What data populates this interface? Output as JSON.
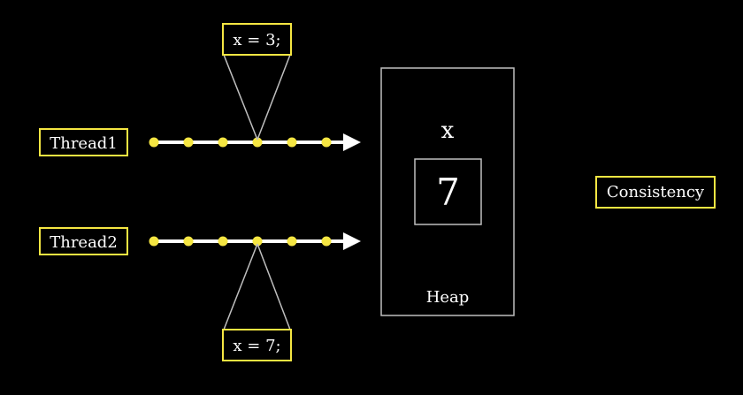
{
  "colors": {
    "background": "#000000",
    "highlight": "#f5e642",
    "dot": "#f5e642",
    "line": "#ffffff",
    "heap_border": "#bfbfbf",
    "callout_line": "#bfbfbf",
    "text": "#ffffff"
  },
  "threads": [
    {
      "label": "Thread1",
      "instruction": "x = 3;",
      "callout": "above",
      "dots": 6,
      "highlighted_dot": 4
    },
    {
      "label": "Thread2",
      "instruction": "x = 7;",
      "callout": "below",
      "dots": 6,
      "highlighted_dot": 4
    }
  ],
  "heap": {
    "variable_name": "x",
    "value": "7",
    "label": "Heap"
  },
  "concept_label": "Consistency"
}
